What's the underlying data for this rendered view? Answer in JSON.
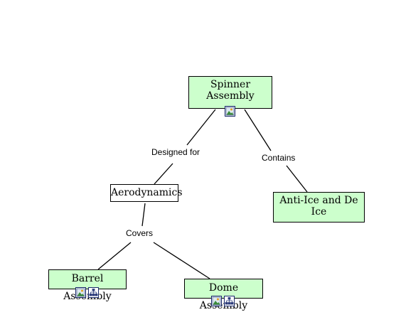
{
  "nodes": {
    "spinner": {
      "label": "Spinner Assembly",
      "icons": [
        "image-icon"
      ]
    },
    "anti_ice": {
      "label": "Anti-Ice and De Ice",
      "icons": []
    },
    "aerodynamics": {
      "label": "Aerodynamics",
      "icons": []
    },
    "barrel": {
      "label": "Barrel Assembly",
      "icons": [
        "image-icon",
        "hierarchy-icon"
      ]
    },
    "dome": {
      "label": "Dome Assembly",
      "icons": [
        "image-icon",
        "hierarchy-icon"
      ]
    }
  },
  "links": {
    "designed_for": "Designed for",
    "contains": "Contains",
    "covers": "Covers"
  },
  "colors": {
    "node_fill": "#ccffcc",
    "concept_fill": "#ffffff",
    "border": "#000000",
    "icon_border": "#1a2a6a"
  }
}
